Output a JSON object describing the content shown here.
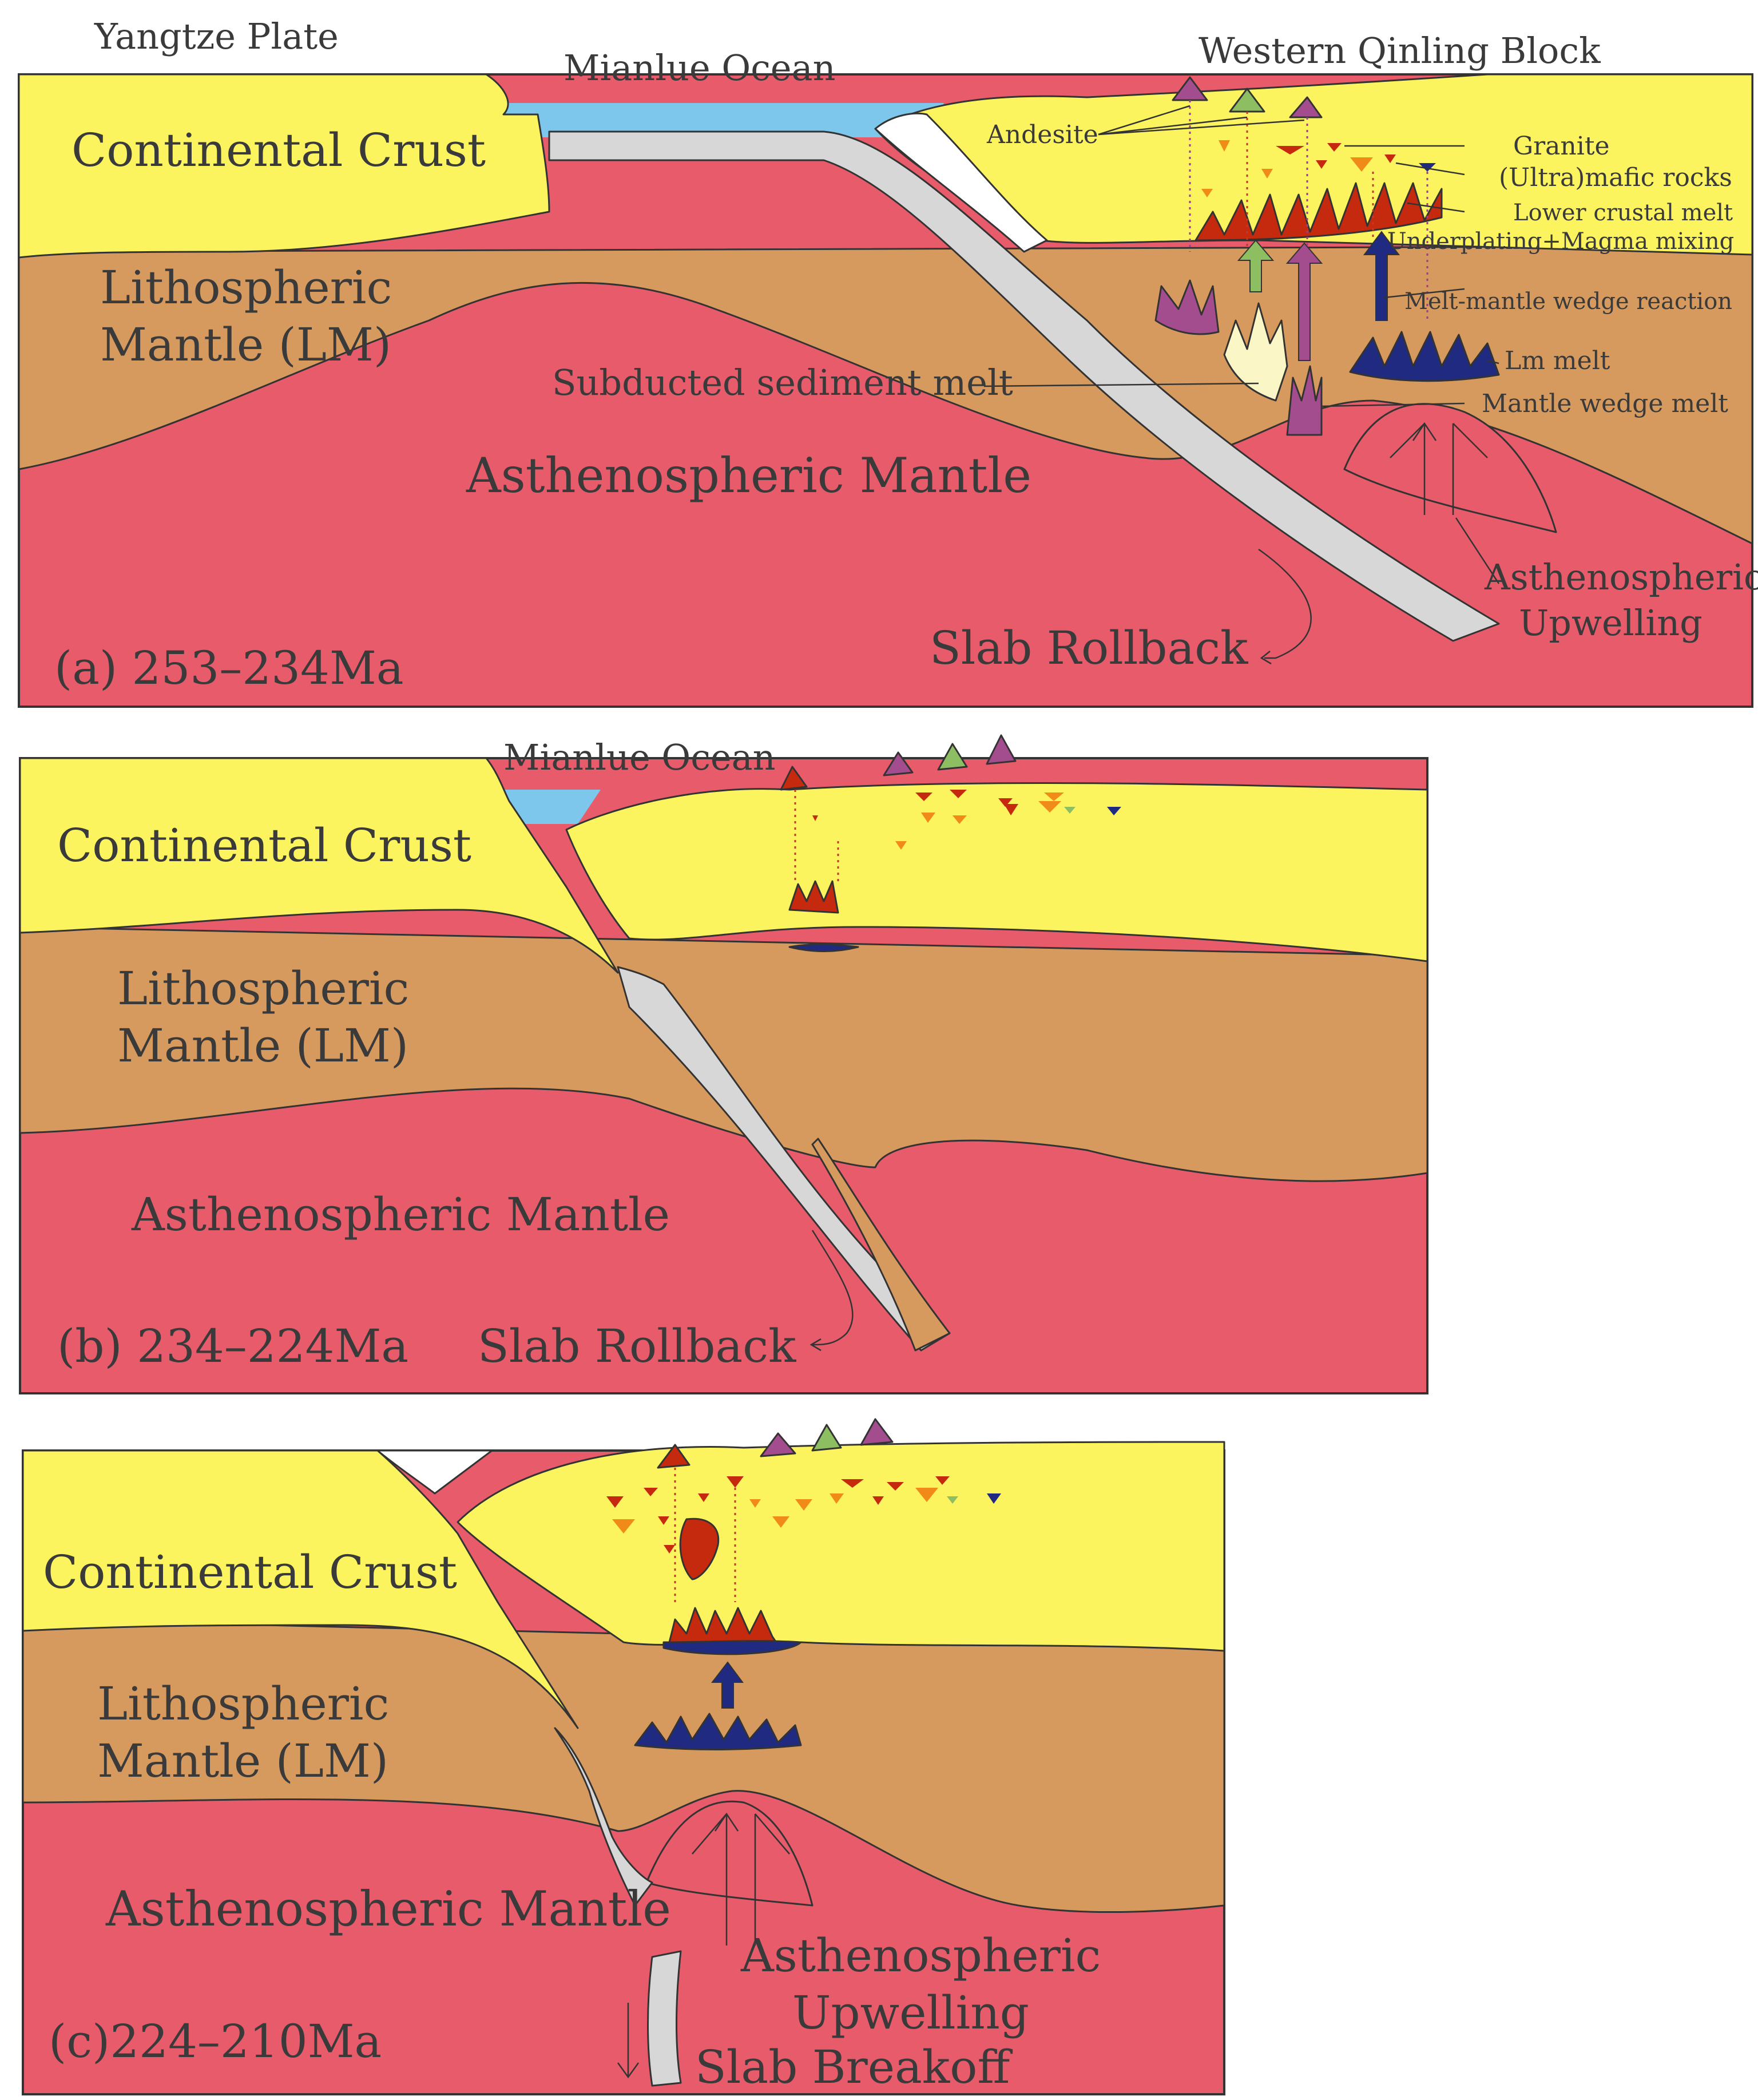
{
  "colors": {
    "crust": "#fcf45f",
    "lithospheric_mantle": "#d69a5e",
    "asthenosphere": "#e75b6a",
    "ocean": "#7ec7ec",
    "slab": "#d7d7d7",
    "granite": "#c62a0e",
    "orange_granite": "#f08a18",
    "mafic": "#1f2a80",
    "andesite_purple": "#a34d8e",
    "andesite_green": "#8dbe62",
    "sediment_melt": "#fbf6c6"
  },
  "panel_a": {
    "caption": "(a) 253–234Ma",
    "plate_label": "Yangtze Plate",
    "ocean_label": "Mianlue Ocean",
    "block_label": "Western Qinling Block",
    "crust_label": "Continental Crust",
    "lm_label_1": "Lithospheric",
    "lm_label_2": "Mantle (LM)",
    "asth_label": "Asthenospheric Mantle",
    "rollback_label": "Slab Rollback",
    "upwelling_1": "Asthenospheric",
    "upwelling_2": "Upwelling",
    "andesite": "Andesite",
    "granite": "Granite",
    "mafic": "(Ultra)mafic rocks",
    "lower_crustal_melt": "Lower crustal melt",
    "underplating": "Underplating+Magma mixing",
    "melt_mantle": "Melt-mantle wedge reaction",
    "lm_melt": "Lm melt",
    "mantle_wedge_melt": "Mantle wedge melt",
    "sediment_melt": "Subducted sediment melt"
  },
  "panel_b": {
    "caption": "(b) 234–224Ma",
    "ocean_label": "Mianlue Ocean",
    "crust_label": "Continental Crust",
    "lm_label_1": "Lithospheric",
    "lm_label_2": "Mantle (LM)",
    "asth_label": "Asthenospheric Mantle",
    "rollback_label": "Slab Rollback"
  },
  "panel_c": {
    "caption": "(c)224–210Ma",
    "crust_label": "Continental Crust",
    "lm_label_1": "Lithospheric",
    "lm_label_2": "Mantle (LM)",
    "asth_label": "Asthenospheric Mantle",
    "upwelling_1": "Asthenospheric",
    "upwelling_2": "Upwelling",
    "breakoff_label": "Slab Breakoff"
  }
}
